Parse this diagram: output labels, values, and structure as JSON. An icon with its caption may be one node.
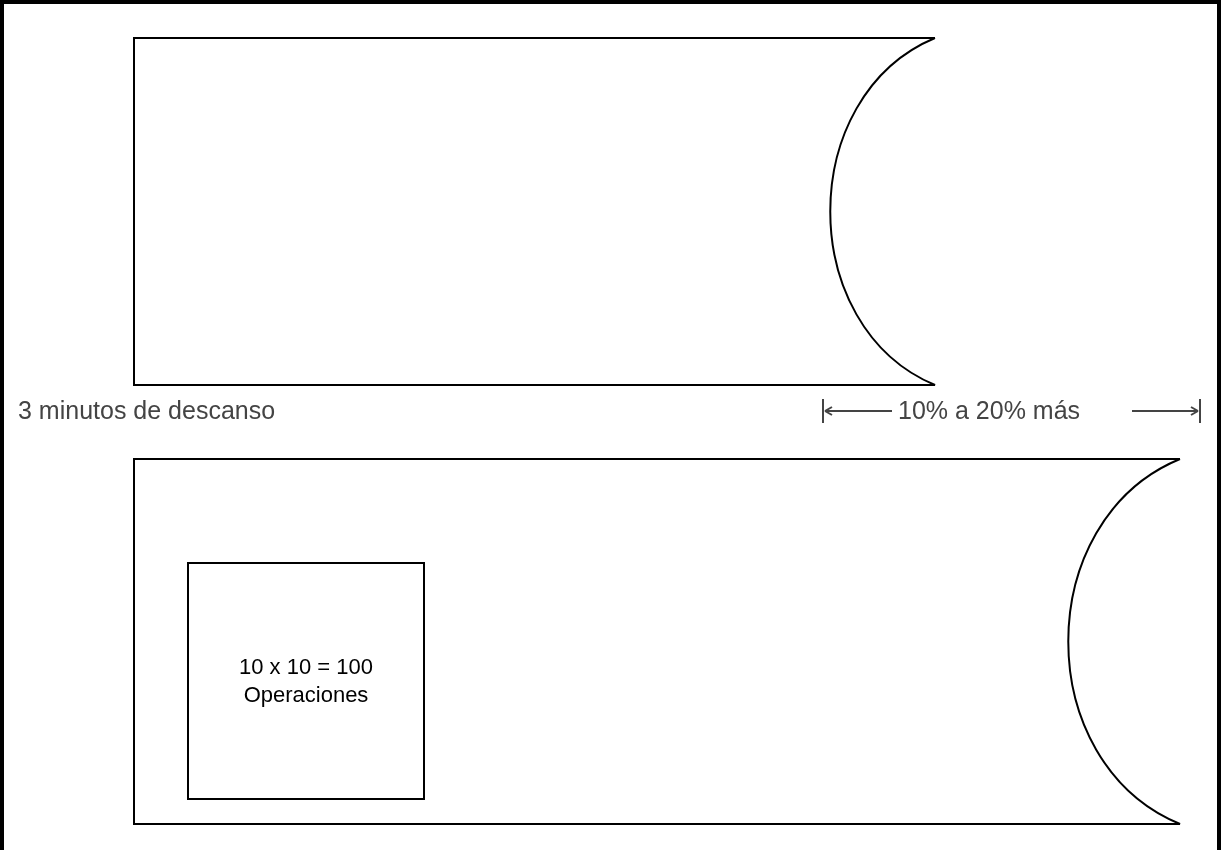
{
  "diagram": {
    "nodes": [
      {
        "text": [],
        "shape": "box"
      },
      {
        "text": [],
        "shape": "box"
      },
      {
        "text": [
          "10 x 10 = 100 Operaciones"
        ],
        "in": 1
      }
    ],
    "edges": [],
    "labels": [
      "3 minutos de descanso",
      "10% a 20% más"
    ]
  }
}
